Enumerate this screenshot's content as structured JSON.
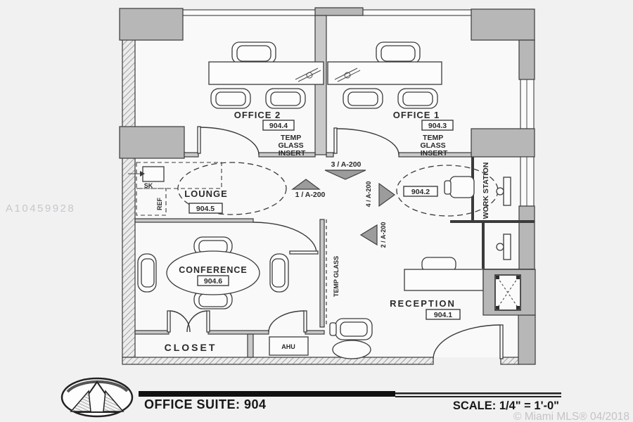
{
  "plan": {
    "watermark_id": "A10459928",
    "copyright": "© Miami MLS® 04/2018",
    "rooms": {
      "office1": {
        "name": "OFFICE 1",
        "number": "904.3"
      },
      "office2": {
        "name": "OFFICE 2",
        "number": "904.4"
      },
      "workstation": {
        "name": "WORK STATION",
        "number": "904.2"
      },
      "lounge": {
        "name": "LOUNGE",
        "number": "904.5"
      },
      "conference": {
        "name": "CONFERENCE",
        "number": "904.6"
      },
      "reception": {
        "name": "RECEPTION",
        "number": "904.1"
      },
      "closet": {
        "name": "CLOSET"
      },
      "ahu": {
        "name": "AHU"
      }
    },
    "labels": {
      "temp": "TEMP",
      "glass": "GLASS",
      "insert": "INSERT",
      "temp_glass": "TEMP GLASS",
      "sink": "SK",
      "fridge": "REF"
    },
    "callouts": {
      "c1": "1 / A-200",
      "c2": "2 / A-200",
      "c3": "3 / A-200",
      "c4": "4 / A-200"
    }
  },
  "footer": {
    "title": "OFFICE SUITE: 904",
    "scale": "SCALE: 1/4\" = 1'-0\""
  },
  "colors": {
    "wall_fill": "#b7b7b7",
    "line": "#3b3b3b",
    "arrow_fill": "#9c9c9c",
    "watermark": "#c5c7cb",
    "background": "#f2f1f2"
  }
}
